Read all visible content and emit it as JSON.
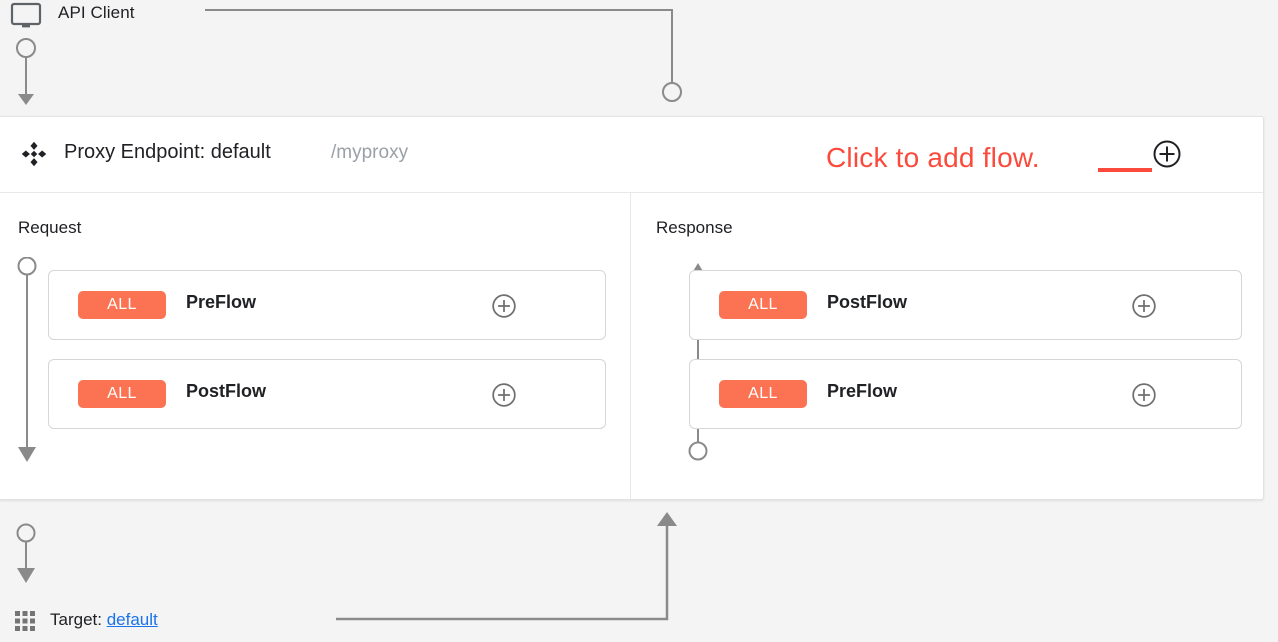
{
  "client": {
    "label": "API Client",
    "icon": "monitor-icon"
  },
  "proxy": {
    "title": "Proxy Endpoint: default",
    "path": "/myproxy",
    "move_icon": "move-icon",
    "add_icon": "plus-circle-icon",
    "kebab_icon": "more-vertical-icon"
  },
  "annotation": {
    "text": "Click to add flow.",
    "color": "#fb4a3b"
  },
  "colors": {
    "badge": "#fb7353",
    "link": "#1a73e8",
    "annotation": "#fb4a3b",
    "panel_background": "#ffffff",
    "canvas_background": "#f4f4f4"
  },
  "columns": [
    {
      "title": "Request",
      "direction": "down",
      "flows": [
        {
          "badge": "ALL",
          "name": "PreFlow"
        },
        {
          "badge": "ALL",
          "name": "PostFlow"
        }
      ]
    },
    {
      "title": "Response",
      "direction": "up",
      "flows": [
        {
          "badge": "ALL",
          "name": "PostFlow"
        },
        {
          "badge": "ALL",
          "name": "PreFlow"
        }
      ]
    }
  ],
  "target": {
    "prefix": "Target:",
    "name": "default",
    "icon": "grid-icon"
  }
}
